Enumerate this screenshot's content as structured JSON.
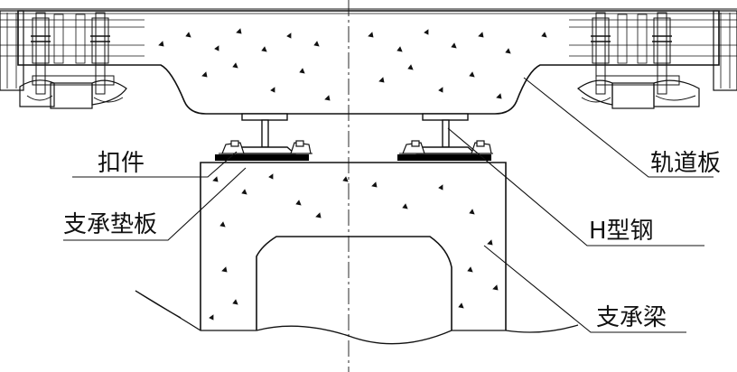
{
  "labels": {
    "fastener": "扣件",
    "track_slab": "轨道板",
    "bearing_pad": "支承垫板",
    "h_steel": "H型钢",
    "support_beam": "支承梁"
  },
  "colors": {
    "line": "#111111",
    "background": "#ffffff",
    "pad": "#000000"
  }
}
